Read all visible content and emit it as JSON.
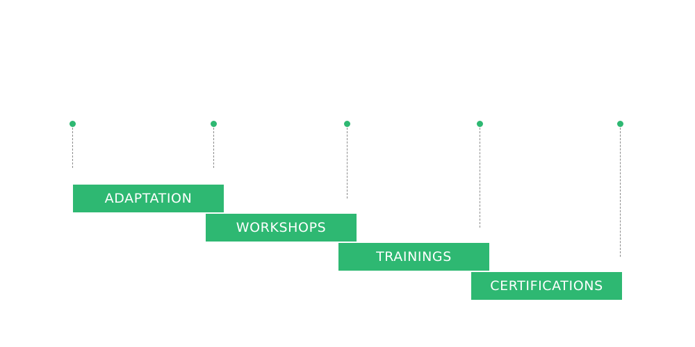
{
  "colors": {
    "bar": "#2eb872",
    "dot": "#2eb872",
    "connector": "#8a8a8a",
    "label": "#ffffff"
  },
  "stages": [
    {
      "label": "ADAPTATION"
    },
    {
      "label": "WORKSHOPS"
    },
    {
      "label": "TRAININGS"
    },
    {
      "label": "CERTIFICATIONS"
    }
  ],
  "milestone_count": 5
}
